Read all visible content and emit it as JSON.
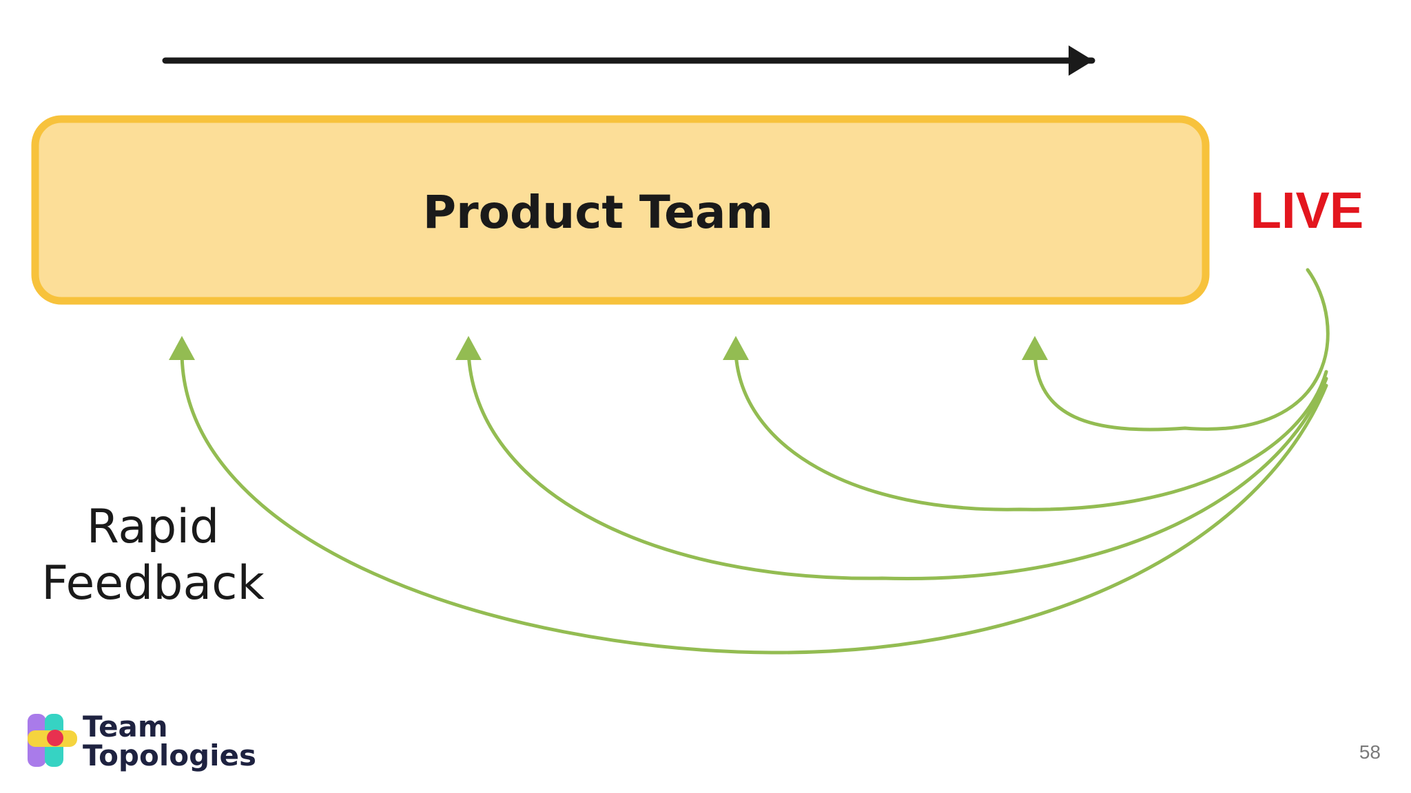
{
  "diagram": {
    "box_label": "Product Team",
    "live_label": "LIVE",
    "feedback_label_line1": "Rapid",
    "feedback_label_line2": "Feedback",
    "feedback_loop_count": 4
  },
  "footer": {
    "brand_line1": "Team",
    "brand_line2": "Topologies",
    "page_number": "58"
  },
  "colors": {
    "box_fill": "#FCDE98",
    "box_border": "#F7C23C",
    "live": "#E3161E",
    "feedback_arrow": "#93BC52",
    "flow_arrow": "#1A1A1A",
    "text": "#1A1A1A",
    "brand_text": "#1E2240",
    "page_number": "#7A7A7A"
  }
}
